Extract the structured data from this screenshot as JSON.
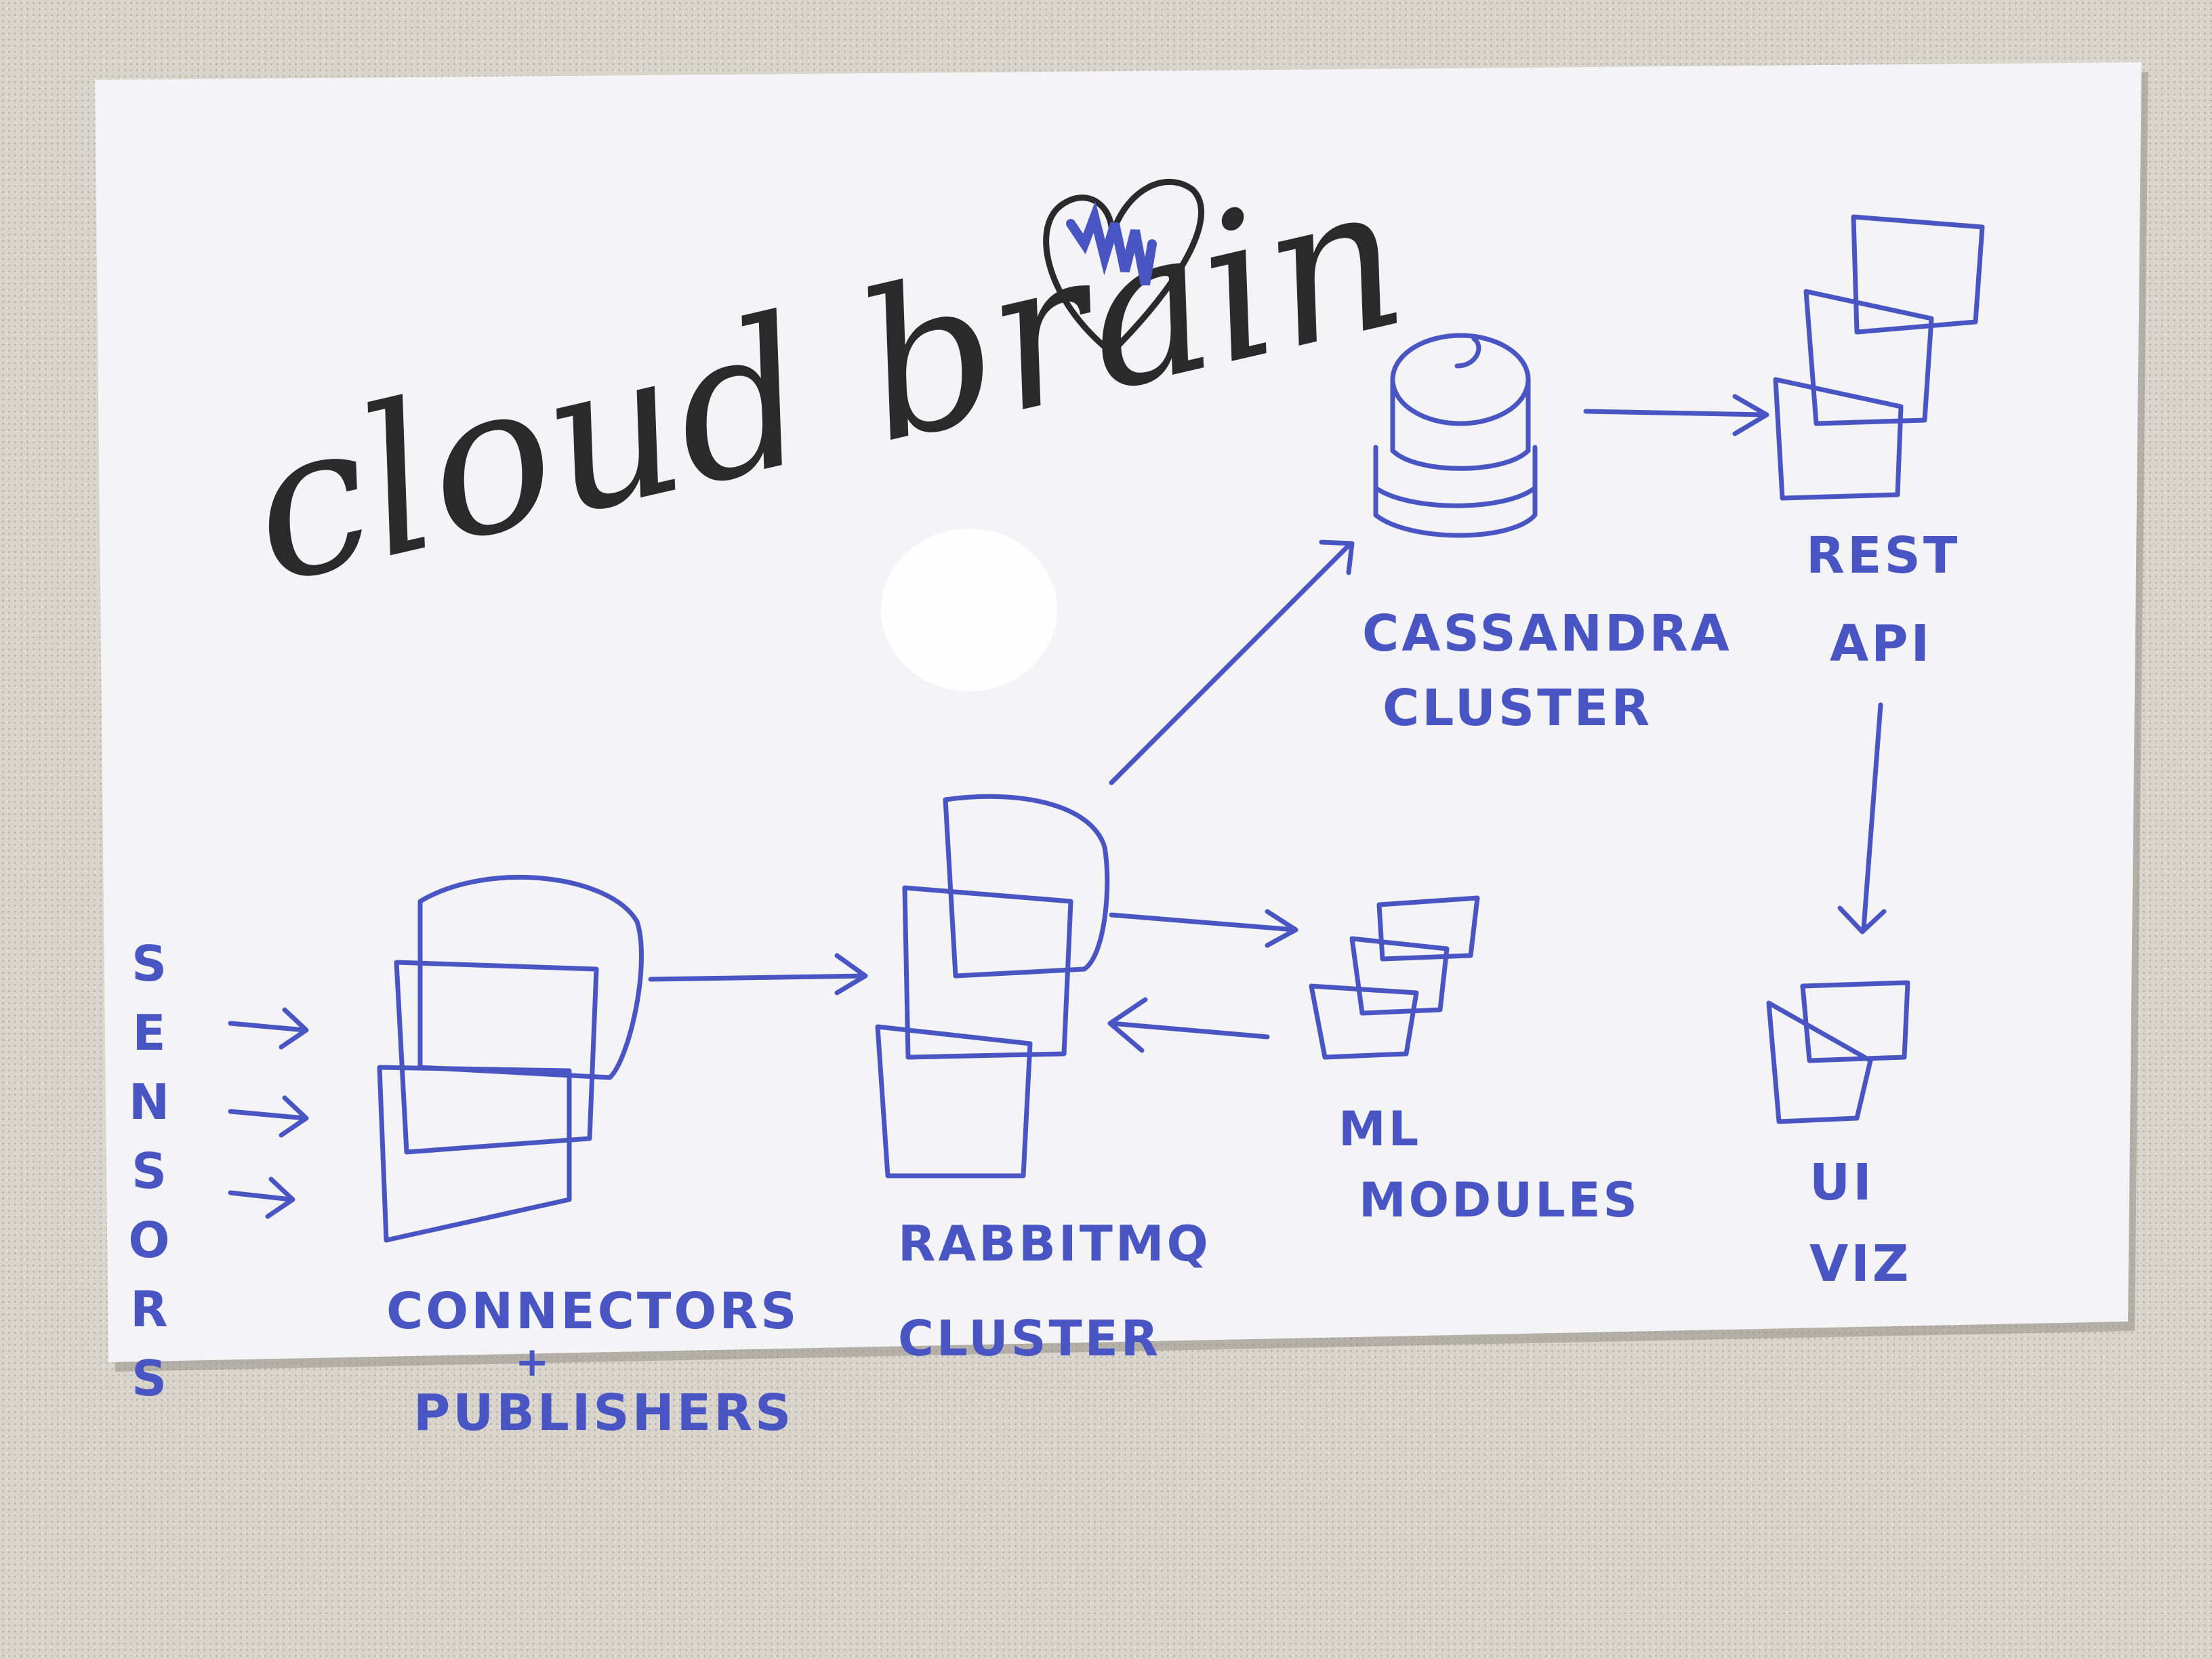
{
  "title": "cloud brain",
  "colors": {
    "marker_blue": "#4a55c4",
    "marker_black": "#2a2a2a",
    "board_white": "#f4f4f6",
    "wall": "#d9d5cc"
  },
  "icons": {
    "title_decoration": "heart-icon",
    "cassandra": "database-icon",
    "boxes": "stacked-boxes-icon"
  },
  "nodes": {
    "sensors": {
      "label": "SENSORS"
    },
    "connectors": {
      "label_line1": "CONNECTORS",
      "label_line2": "+",
      "label_line3": "PUBLISHERS"
    },
    "rabbitmq": {
      "label_line1": "RABBITMQ",
      "label_line2": "CLUSTER"
    },
    "ml_modules": {
      "label_line1": "ML",
      "label_line2": "MODULES"
    },
    "cassandra": {
      "label_line1": "CASSANDRA",
      "label_line2": "CLUSTER"
    },
    "rest_api": {
      "label_line1": "REST",
      "label_line2": "API"
    },
    "ui_viz": {
      "label_line1": "UI",
      "label_line2": "VIZ"
    }
  }
}
